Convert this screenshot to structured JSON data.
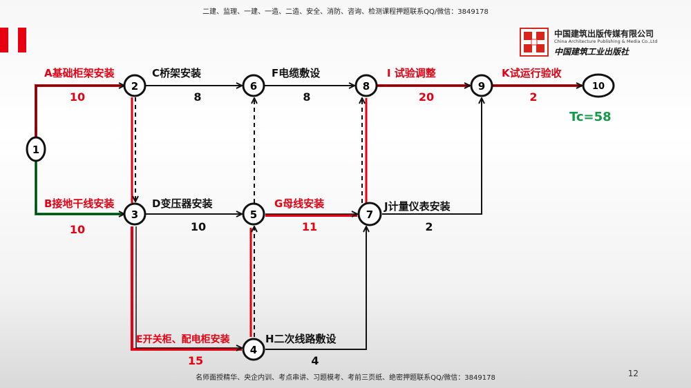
{
  "header": {
    "top_text": "二建、监理、一建、一造、二造、安全、消防、咨询、检测课程押题联系QQ/微信：3849178",
    "bottom_text": "名师面授精华、央企内训、考点串讲、习题模考、考前三页纸、绝密押题联系QQ/微信：3849178",
    "page_number": "12"
  },
  "logo": {
    "name_cn": "中国建筑出版传媒有限公司",
    "name_en": "China Architecture Publishing & Media Co.,Ltd",
    "name_cn2": "中国建筑工业出版社"
  },
  "colors": {
    "critical": "#e60012",
    "normal": "#111111",
    "green": "#0a9b3a",
    "tc": "#169a4a"
  },
  "nodes": [
    {
      "id": "1",
      "label": "1"
    },
    {
      "id": "2",
      "label": "2"
    },
    {
      "id": "3",
      "label": "3"
    },
    {
      "id": "4",
      "label": "4"
    },
    {
      "id": "5",
      "label": "5"
    },
    {
      "id": "6",
      "label": "6"
    },
    {
      "id": "7",
      "label": "7"
    },
    {
      "id": "8",
      "label": "8"
    },
    {
      "id": "9",
      "label": "9"
    },
    {
      "id": "10",
      "label": "10"
    }
  ],
  "activities": [
    {
      "key": "A",
      "name": "A基础柜架安装",
      "duration": "10",
      "critical": true
    },
    {
      "key": "B",
      "name": "B接地干线安装",
      "duration": "10",
      "critical": false
    },
    {
      "key": "C",
      "name": "C桥架安装",
      "duration": "8",
      "critical": false
    },
    {
      "key": "D",
      "name": "D变压器安装",
      "duration": "10",
      "critical": false
    },
    {
      "key": "E",
      "name": "E开关柜、配电柜安装",
      "duration": "15",
      "critical": true
    },
    {
      "key": "F",
      "name": "F电缆敷设",
      "duration": "8",
      "critical": false
    },
    {
      "key": "G",
      "name": "G母线安装",
      "duration": "11",
      "critical": true
    },
    {
      "key": "H",
      "name": "H二次线路敷设",
      "duration": "4",
      "critical": false
    },
    {
      "key": "I",
      "name": "I 试验调整",
      "duration": "20",
      "critical": true
    },
    {
      "key": "J",
      "name": "J计量仪表安装",
      "duration": "2",
      "critical": false
    },
    {
      "key": "K",
      "name": "K试运行验收",
      "duration": "2",
      "critical": true
    }
  ],
  "result": "Tc=58"
}
